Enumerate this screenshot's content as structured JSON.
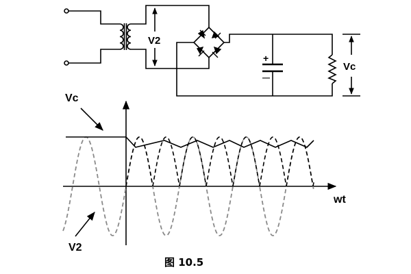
{
  "labels": {
    "v2_transformer": "V2",
    "vc_load": "Vc",
    "vc_waveform": "Vc",
    "v2_waveform": "V2",
    "time_axis": "wt",
    "cap_plus": "+",
    "cap_minus": "—"
  },
  "caption": "图 10.5",
  "colors": {
    "ink": "#000000",
    "sine_wave": "#8a8a8a",
    "rectified_wave": "#000000"
  }
}
